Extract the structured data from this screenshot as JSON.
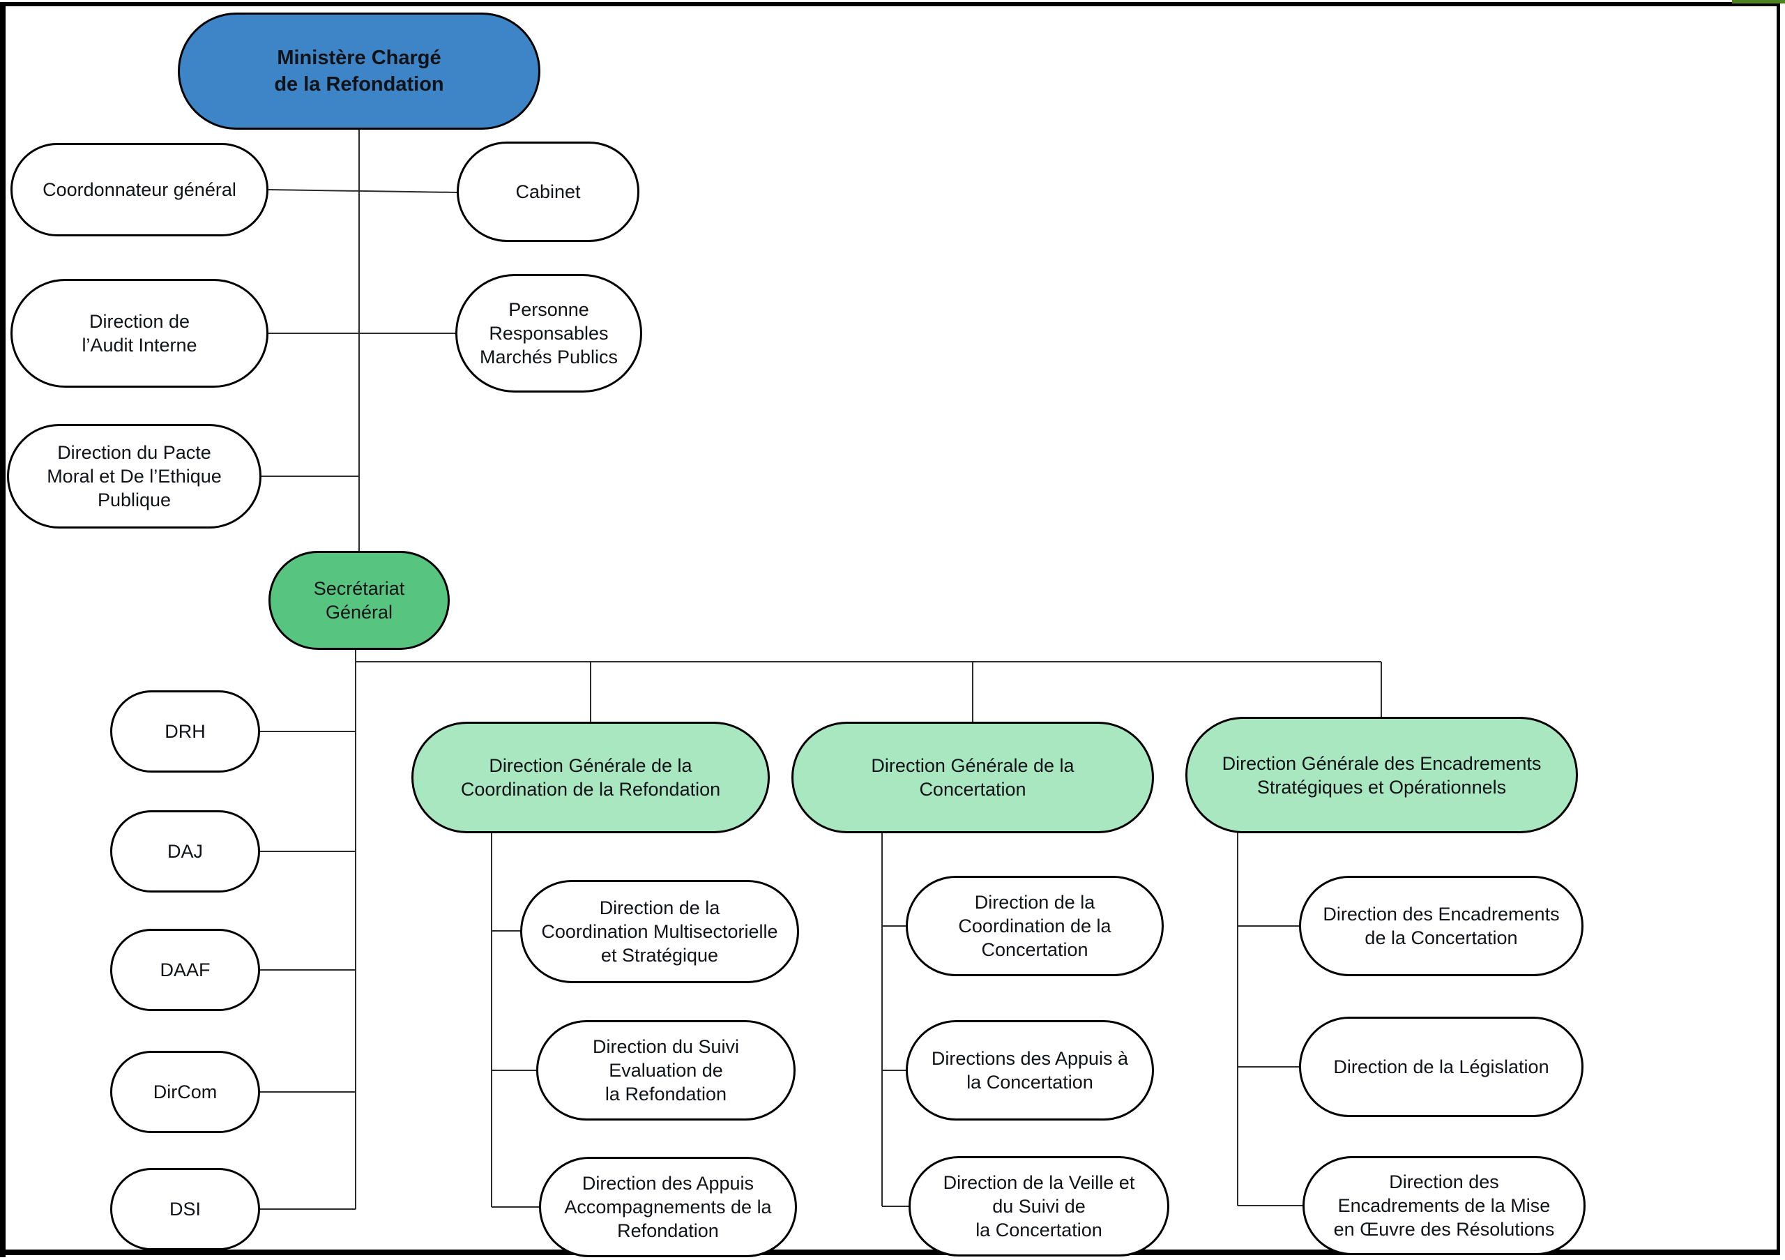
{
  "org": {
    "ministry": "Ministère Chargé\nde la Refondation",
    "advisors_left": [
      "Coordonnateur général",
      "Direction de\nl’Audit Interne",
      "Direction du Pacte\nMoral et De l’Ethique\nPublique"
    ],
    "advisors_right": [
      "Cabinet",
      "Personne\nResponsables\nMarchés Publics"
    ],
    "secretariat": "Secrétariat\nGénéral",
    "support": [
      "DRH",
      "DAJ",
      "DAAF",
      "DirCom",
      "DSI"
    ],
    "dg": [
      {
        "label": "Direction Générale de la\nCoordination de la Refondation",
        "children": [
          "Direction de la\nCoordination Multisectorielle\net Stratégique",
          "Direction du Suivi\nEvaluation de\nla Refondation",
          "Direction des Appuis\nAccompagnements de la\nRefondation"
        ]
      },
      {
        "label": "Direction Générale de la\nConcertation",
        "children": [
          "Direction de la\nCoordination de la\nConcertation",
          "Directions des Appuis à\nla Concertation",
          "Direction de la Veille et\ndu Suivi de\nla Concertation"
        ]
      },
      {
        "label": "Direction Générale des Encadrements\nStratégiques et Opérationnels",
        "children": [
          "Direction des Encadrements\nde la Concertation",
          "Direction de la Législation",
          "Direction des\nEncadrements de la Mise\nen Œuvre des Résolutions"
        ]
      }
    ],
    "colors": {
      "ministry_fill": "#3d85c6",
      "secretariat_fill": "#57c57f",
      "dg_fill": "#a9e7c1",
      "node_fill": "#ffffff",
      "border": "#000000",
      "line": "#2b2b2b",
      "accent_strip": "#4e8420"
    }
  }
}
